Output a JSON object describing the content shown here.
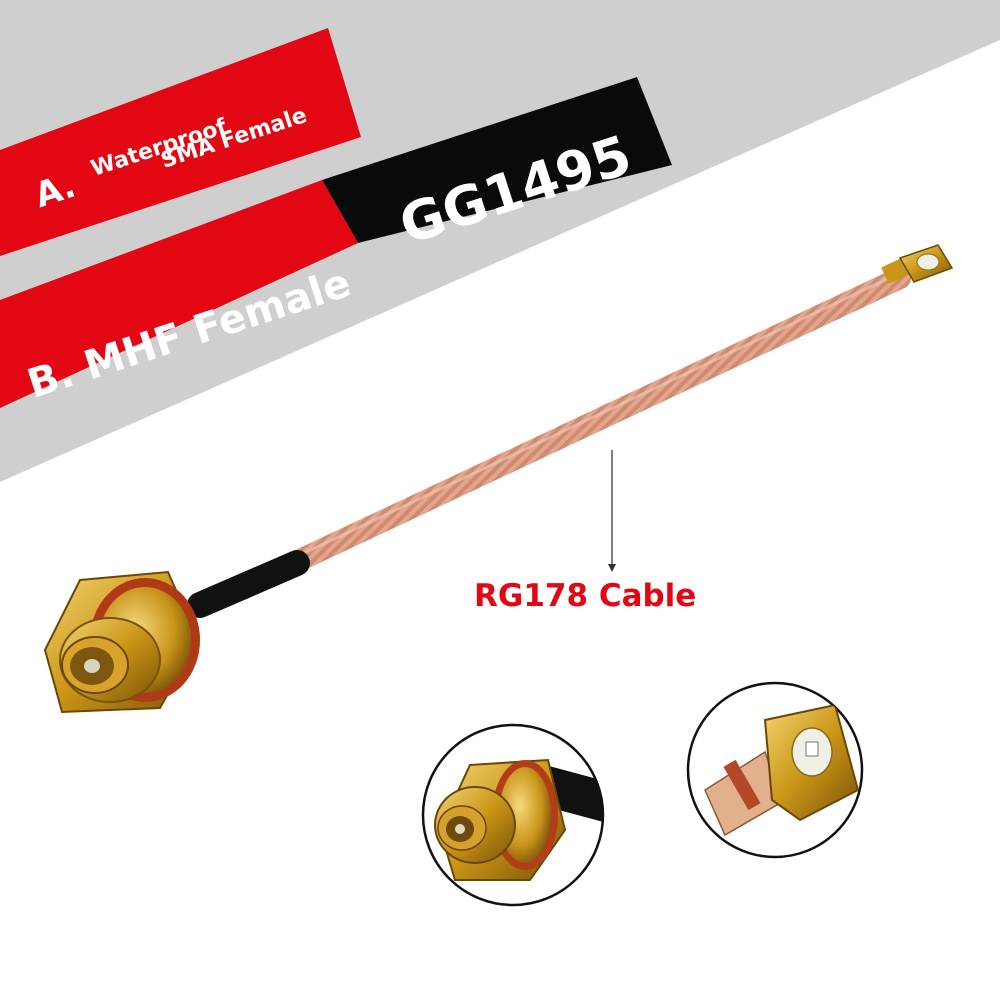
{
  "labels": {
    "option_a_letter": "A.",
    "option_a_line1": "Waterproof",
    "option_a_line2": "SMA Female",
    "option_b": "B. MHF Female",
    "model_code": "GG1495",
    "cable": "RG178 Cable"
  },
  "colors": {
    "background_gray": "#cfcfcf",
    "banner_red": "#e30613",
    "banner_black": "#0a0a0a",
    "cable_copper": "#e4a68e",
    "connector_gold": "#c9961c",
    "label_red": "#e30613"
  }
}
